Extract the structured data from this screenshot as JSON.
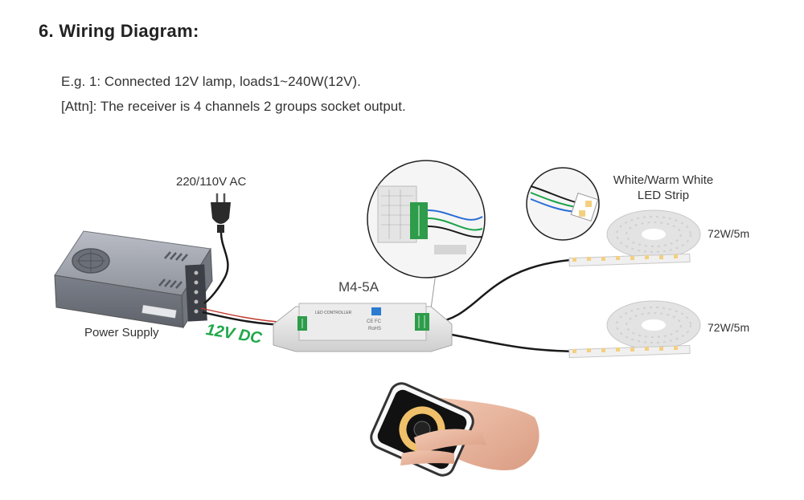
{
  "heading": "6. Wiring Diagram:",
  "notes": [
    "E.g. 1: Connected 12V lamp, loads1~240W(12V).",
    "[Attn]: The receiver is 4 channels 2 groups socket output."
  ],
  "labels": {
    "ac_input": "220/110V AC",
    "power_supply": "Power Supply",
    "controller_model": "M4-5A",
    "dc_output": "12V DC",
    "strip_title_line1": "White/Warm White",
    "strip_title_line2": "LED Strip",
    "strip1_power": "72W/5m",
    "strip2_power": "72W/5m"
  },
  "device_text": {
    "controller_top": "LED CONTROLLER",
    "controller_ce": "CE FC",
    "controller_rohs": "RoHS"
  },
  "colors": {
    "dc_label": "#1fa84a",
    "wire": "#1a1a1a",
    "device_body": "#e8e8e8"
  }
}
